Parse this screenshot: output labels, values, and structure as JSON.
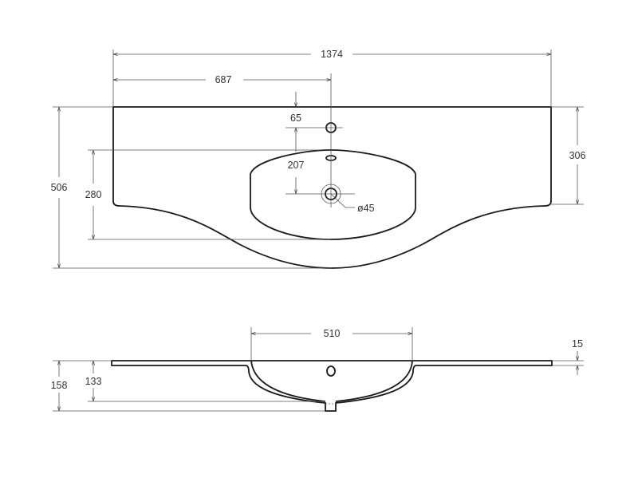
{
  "top_view": {
    "overall_width": "1374",
    "half_width": "687",
    "faucet_offset": "65",
    "faucet_to_drain": "207",
    "basin_depth": "280",
    "overall_depth": "506",
    "side_depth": "306",
    "drain_diameter": "ø45"
  },
  "side_view": {
    "basin_width": "510",
    "slab_thickness": "15",
    "bowl_height": "133",
    "total_height": "158"
  },
  "colors": {
    "outline": "#1a1a1a",
    "dimension": "#555555"
  }
}
